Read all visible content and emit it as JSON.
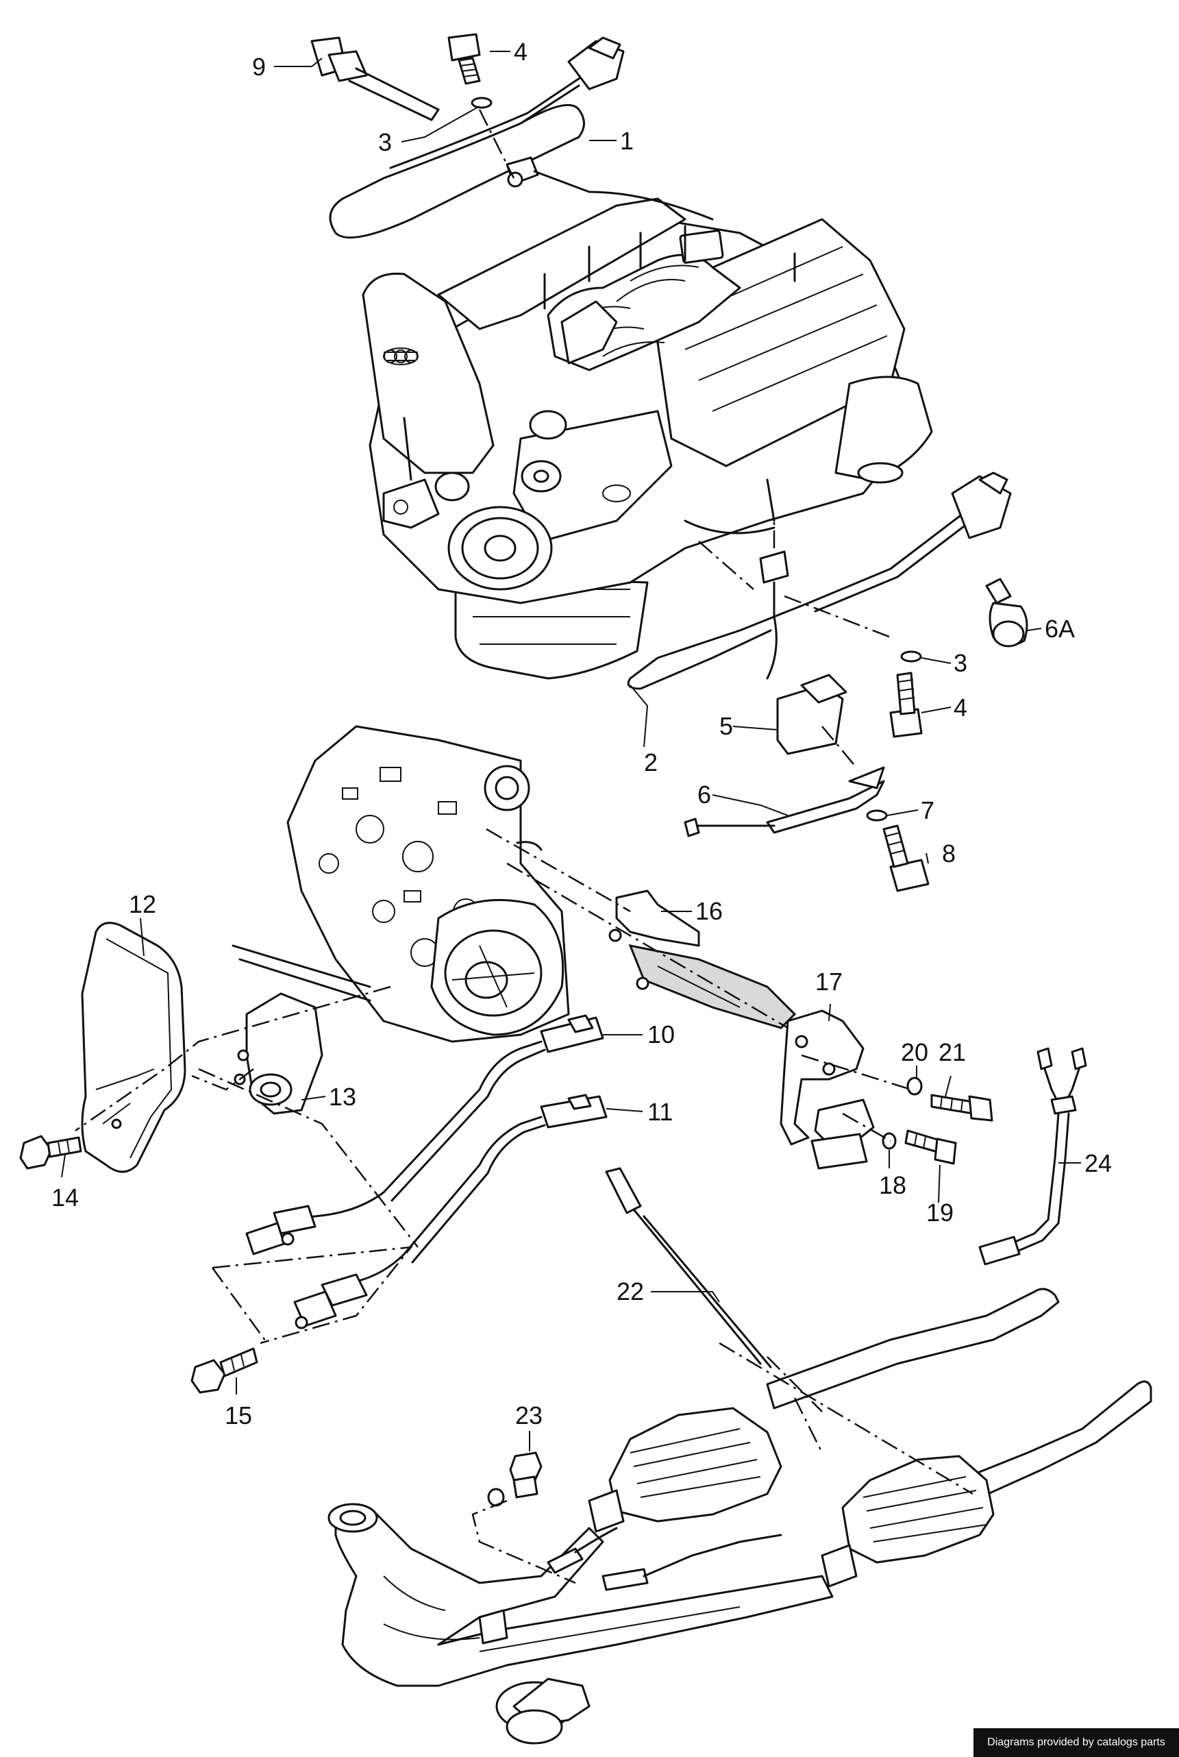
{
  "callouts": {
    "c1": "1",
    "c2": "2",
    "c3a": "3",
    "c3b": "3",
    "c4a": "4",
    "c4b": "4",
    "c5": "5",
    "c6": "6",
    "c6A": "6A",
    "c7": "7",
    "c8": "8",
    "c9": "9",
    "c10": "10",
    "c11": "11",
    "c12": "12",
    "c13": "13",
    "c14": "14",
    "c15": "15",
    "c16": "16",
    "c17": "17",
    "c18": "18",
    "c19": "19",
    "c20": "20",
    "c21": "21",
    "c22": "22",
    "c23": "23",
    "c24": "24"
  },
  "footer": {
    "credit": "Diagrams provided by catalogs parts"
  }
}
